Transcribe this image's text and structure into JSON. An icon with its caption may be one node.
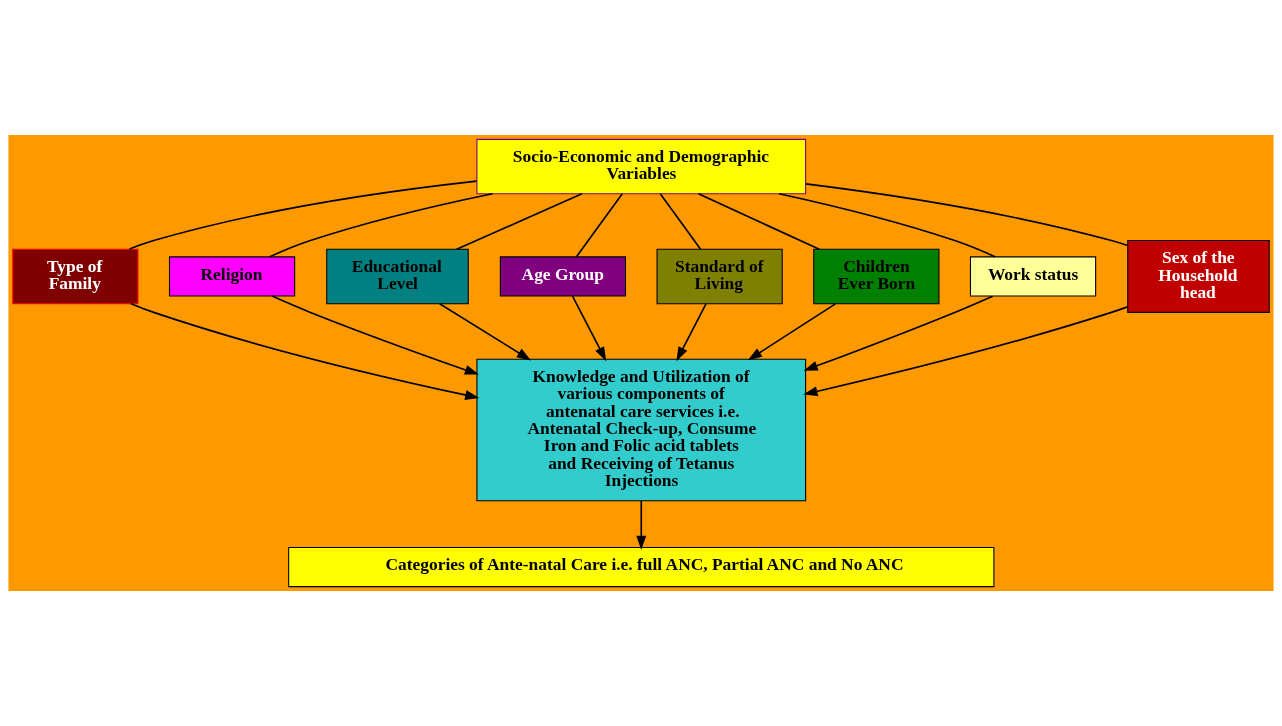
{
  "diagram": {
    "nodes": [
      {
        "text": [
          "Socio-Economic and Demographic Variables"
        ]
      },
      {
        "text": [
          "Type of Family"
        ]
      },
      {
        "text": [
          "Religion"
        ]
      },
      {
        "text": [
          "Educational Level"
        ]
      },
      {
        "text": [
          "Age Group"
        ]
      },
      {
        "text": [
          "Standard of Living"
        ]
      },
      {
        "text": [
          "Children Ever Born"
        ]
      },
      {
        "text": [
          "Knowledge and Utilization of various components of antenatal care services i.e. Antenatal Check-up, Consume Iron and Folic acid tablets and Receiving of Tetanus Injections"
        ]
      },
      {
        "text": [
          "Work status"
        ]
      },
      {
        "text": [
          "Sex of the Household head"
        ]
      },
      {
        "text": [
          "Categories of Ante-natal Care i.e. full ANC, Partial ANC and No ANC"
        ]
      }
    ],
    "edges": [
      {
        "from": 0,
        "to": 9,
        "arrow": "none"
      },
      {
        "from": 0,
        "to": 6,
        "arrow": "none"
      },
      {
        "from": 0,
        "to": 4,
        "arrow": "none"
      },
      {
        "from": 0,
        "to": 1,
        "arrow": "none"
      },
      {
        "from": 0,
        "to": 2,
        "arrow": "none"
      },
      {
        "from": 0,
        "to": 3,
        "arrow": "none"
      },
      {
        "from": 0,
        "to": 5,
        "arrow": "none"
      },
      {
        "from": 0,
        "to": 8,
        "arrow": "none"
      },
      {
        "from": 1,
        "to": 7,
        "arrow": "to"
      },
      {
        "from": 2,
        "to": 7,
        "arrow": "to"
      },
      {
        "from": 3,
        "to": 7,
        "arrow": "to"
      },
      {
        "from": 4,
        "to": 7,
        "arrow": "to"
      },
      {
        "from": 6,
        "to": 7,
        "arrow": "to"
      },
      {
        "from": 9,
        "to": 7,
        "arrow": "to"
      },
      {
        "from": 5,
        "to": 7,
        "arrow": "to"
      },
      {
        "from": 8,
        "to": 7,
        "arrow": "to"
      },
      {
        "from": 7,
        "to": 10,
        "arrow": "to"
      }
    ]
  }
}
